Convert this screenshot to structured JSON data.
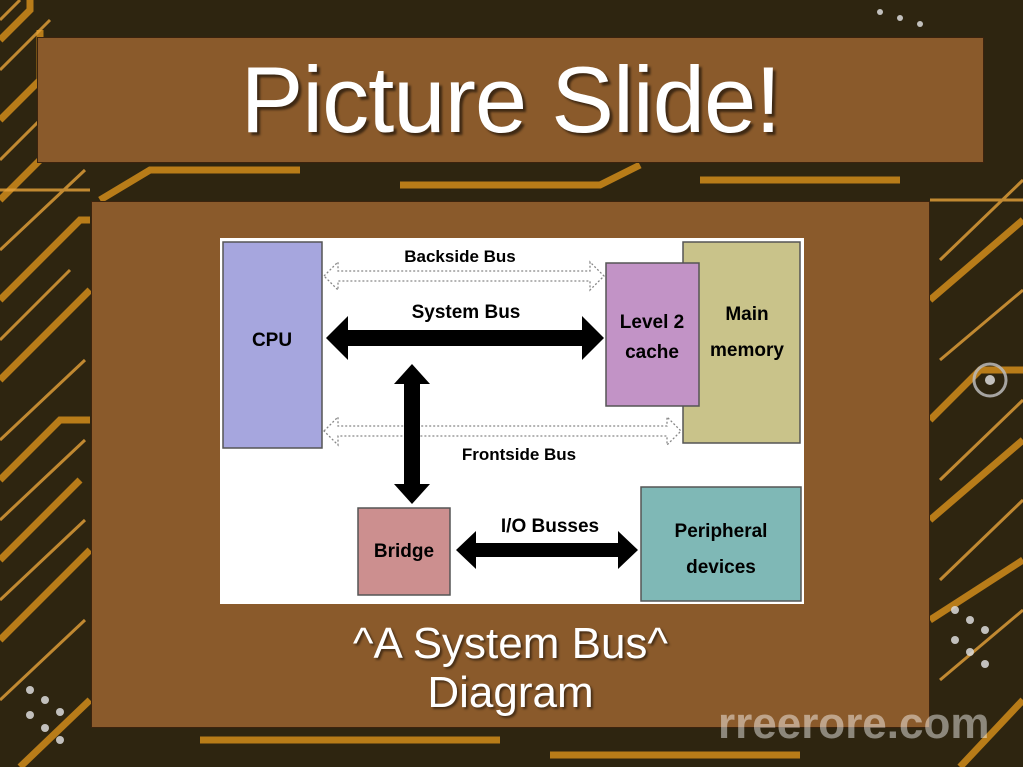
{
  "slide": {
    "title": "Picture Slide!",
    "caption_line1": "^A System Bus^",
    "caption_line2": "Diagram",
    "watermark": "rreerore.com"
  },
  "diagram": {
    "cpu": "CPU",
    "backside_bus": "Backside Bus",
    "system_bus": "System Bus",
    "level2_line1": "Level 2",
    "level2_line2": "cache",
    "main_line1": "Main",
    "main_line2": "memory",
    "frontside_bus": "Frontside Bus",
    "bridge": "Bridge",
    "io_busses": "I/O Busses",
    "peripheral_line1": "Peripheral",
    "peripheral_line2": "devices"
  },
  "colors": {
    "panel": "#8a5a2b",
    "cpu": "#a6a6de",
    "level2": "#c293c6",
    "main_memory": "#c9c38a",
    "bridge": "#cc8f8f",
    "peripheral": "#7fb8b6"
  }
}
